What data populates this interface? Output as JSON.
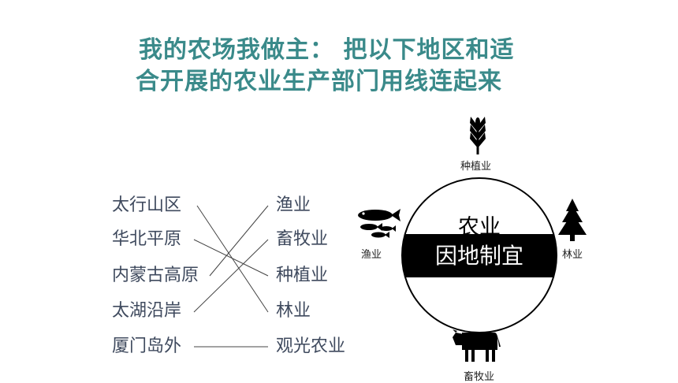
{
  "title": {
    "line1": "我的农场我做主： 把以下地区和适",
    "line2": "合开展的农业生产部门用线连起来"
  },
  "regions": [
    "太行山区",
    "华北平原",
    "内蒙古高原",
    "太湖沿岸",
    "厦门岛外"
  ],
  "sectors": [
    "渔业",
    "畜牧业",
    "种植业",
    "林业",
    "观光农业"
  ],
  "connections": [
    [
      0,
      3
    ],
    [
      1,
      2
    ],
    [
      2,
      0
    ],
    [
      3,
      1
    ],
    [
      4,
      4
    ]
  ],
  "diagram": {
    "center_top": "农业",
    "center_band": "因地制宜",
    "labels": {
      "top": "种植业",
      "left": "渔业",
      "right": "林业",
      "bottom": "畜牧业"
    },
    "icons": {
      "top": "wheat-icon",
      "left": "fish-icon",
      "right": "tree-icon",
      "bottom": "cow-icon"
    }
  },
  "colors": {
    "title": "#3a8a8a",
    "text": "#3f4a5e",
    "band": "#000000"
  }
}
